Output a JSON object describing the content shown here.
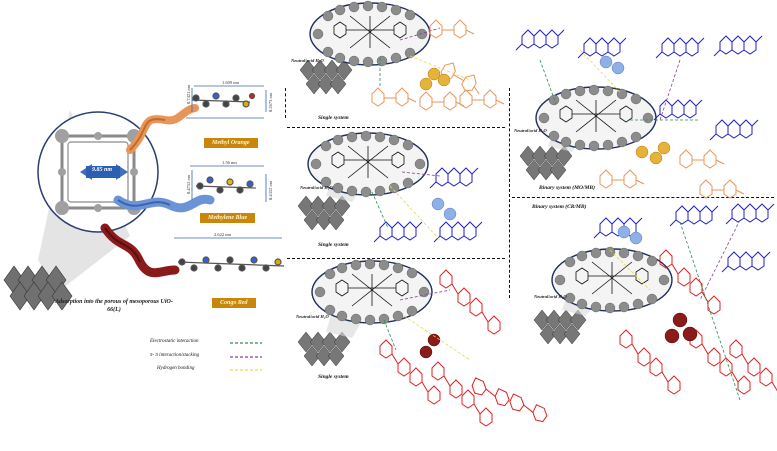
{
  "left_panel": {
    "pore_size": "9.85 nm",
    "caption": "Adsorption into the porous of mesoporous UiO-66(L)",
    "dyes": [
      {
        "name": "Methyl Orange",
        "length": "1.609 nm",
        "width": "0.7421 nm",
        "height": "0.2673 nm",
        "color": "#e8955a"
      },
      {
        "name": "Methylene Blue",
        "length": "1.56 nm",
        "width": "0.4752 nm",
        "height": "0.4352 nm",
        "color": "#6b94d6"
      },
      {
        "name": "Congo Red",
        "length": "2.622 nm",
        "color": "#8b1a1a"
      }
    ]
  },
  "panels": {
    "single_mo": {
      "label": "Single system",
      "surface_label": "Neutral/acid H₂O"
    },
    "single_mb": {
      "label": "Single system",
      "surface_label": "Neutral/acid H₂O"
    },
    "single_cr": {
      "label": "Single system",
      "surface_label": "Neutral/acid H₂O"
    },
    "binary_mo_mb": {
      "label": "Binary system (MO/MB)",
      "surface_label": "Neutral/acid H₂O"
    },
    "binary_cr_mb": {
      "label": "Binary system (CR/MB)",
      "surface_label": "Neutral/acid H₂O"
    }
  },
  "legend": [
    {
      "label": "Electrostatic interaction",
      "color": "#2e8b57"
    },
    {
      "label": "π- π interaction/stacking",
      "color": "#8a3fa0"
    },
    {
      "label": "Hydrogen bonding",
      "color": "#e6d94a"
    }
  ],
  "colors": {
    "mo": "#e8955a",
    "mb": "#1f1fc8",
    "cr": "#e02020",
    "mof": "#777777"
  }
}
